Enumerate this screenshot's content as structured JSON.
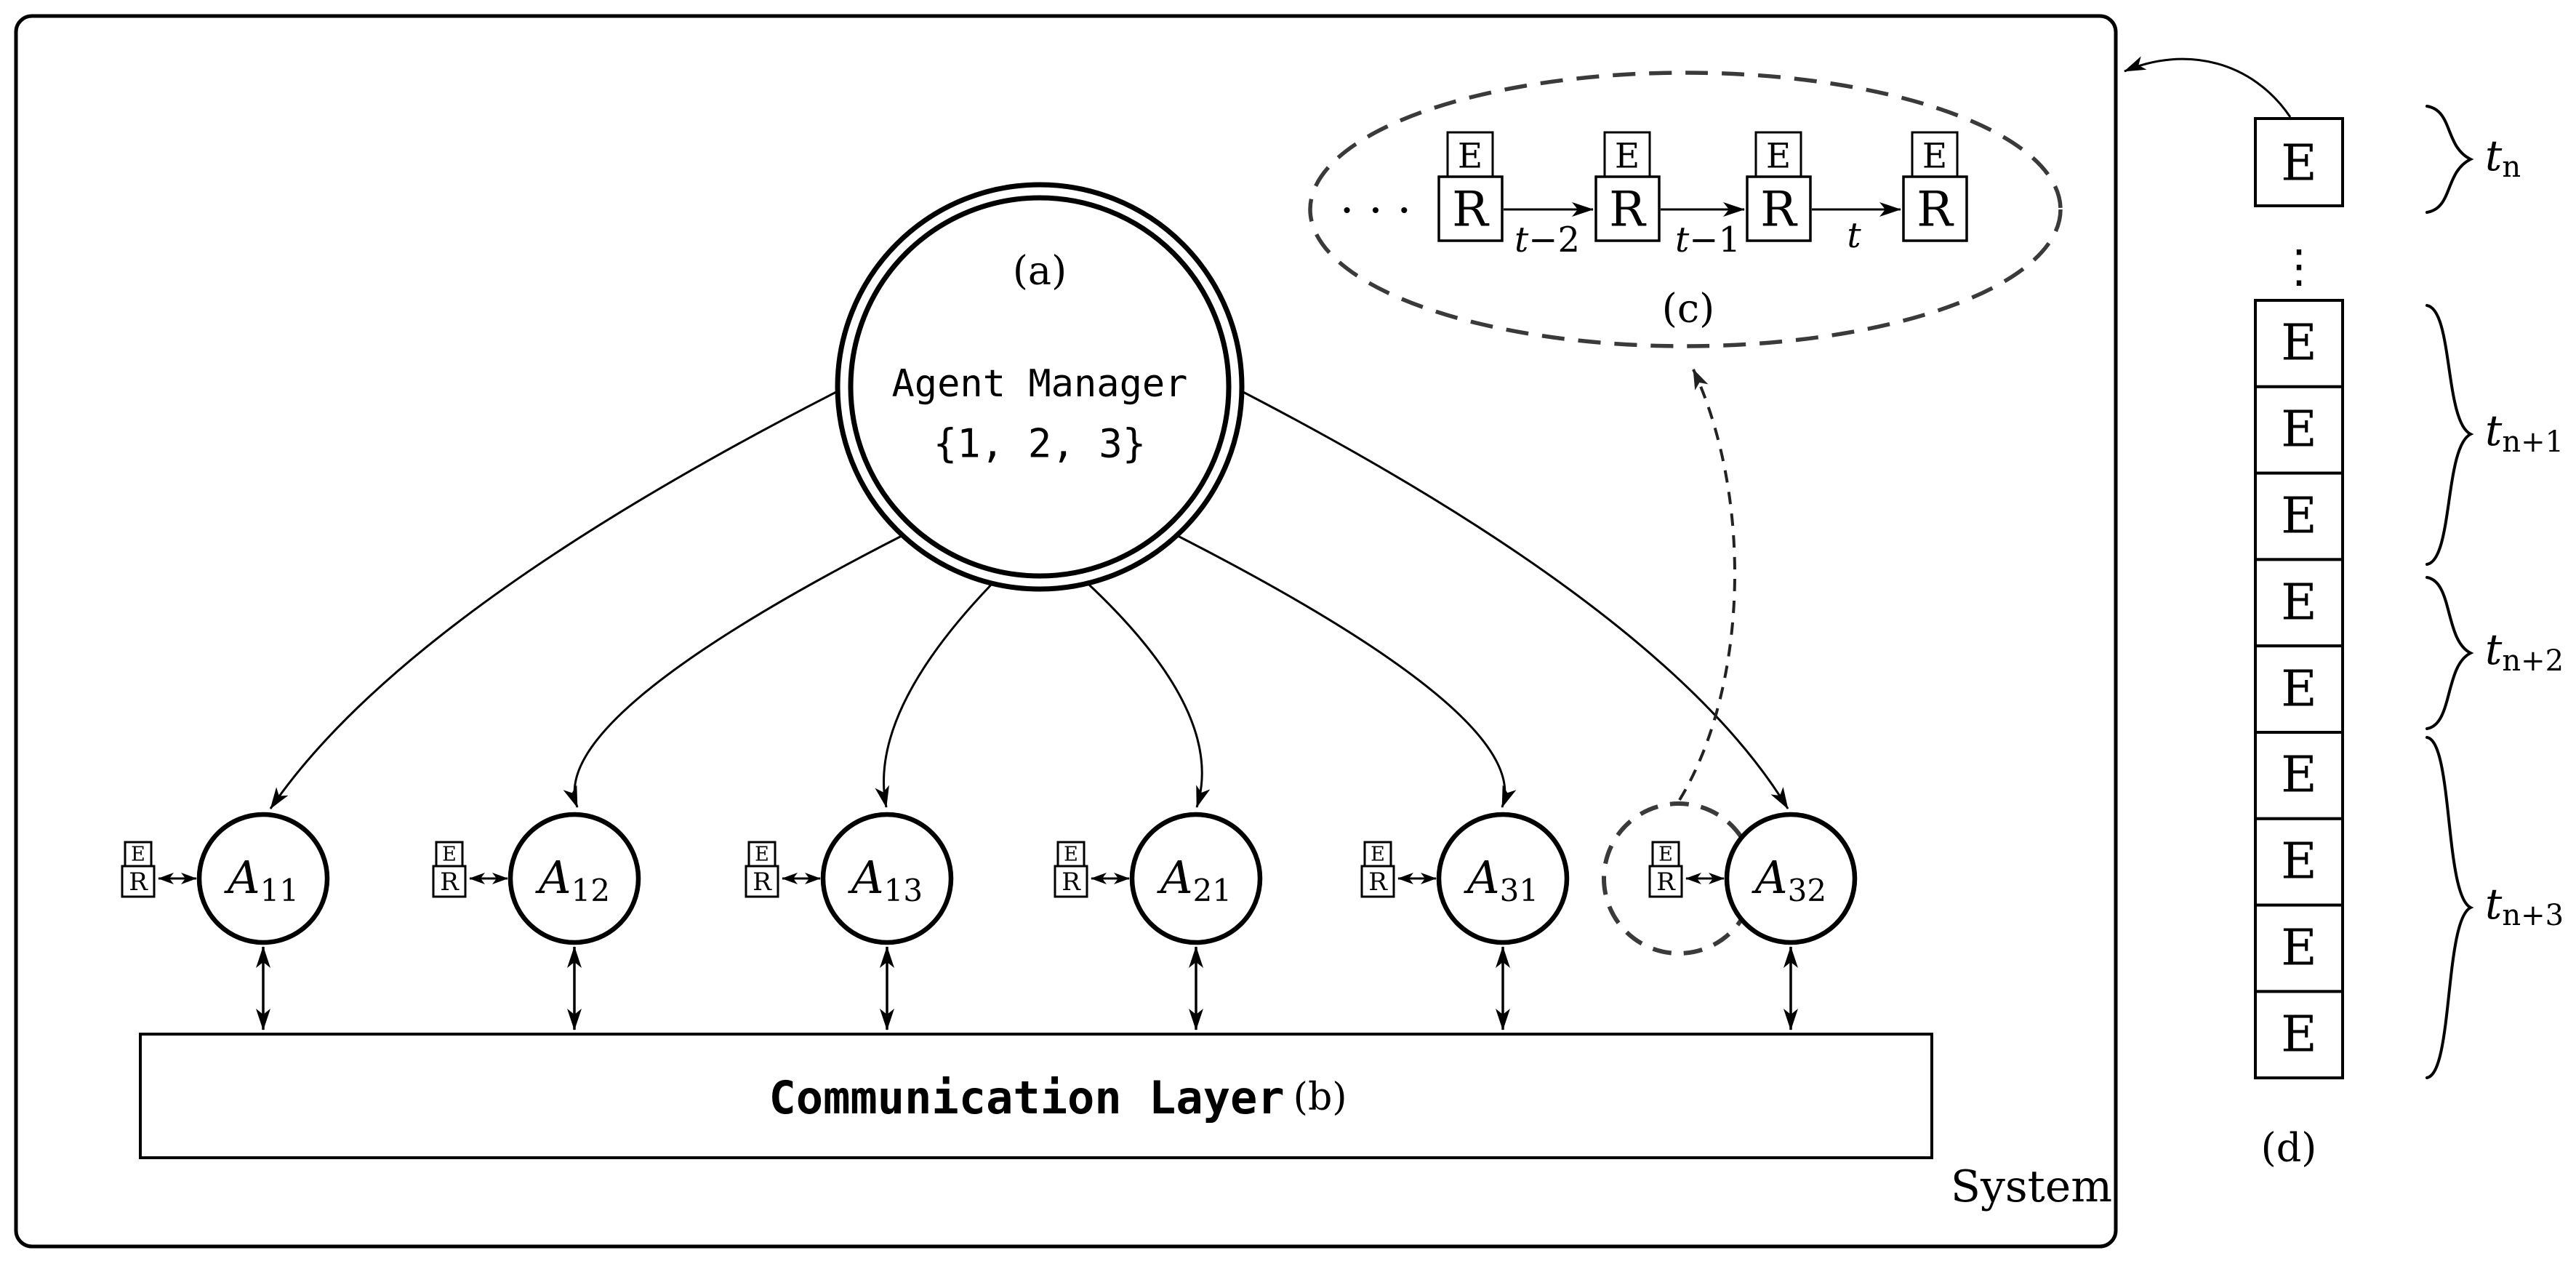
{
  "colors": {
    "ink": "#000000",
    "dash_gray": "#3a3a3a",
    "background": "#ffffff"
  },
  "system": {
    "label": "System"
  },
  "manager": {
    "tag": "(a)",
    "title": "Agent Manager",
    "set": "{1, 2, 3}"
  },
  "er": {
    "e": "E",
    "r": "R"
  },
  "agents": [
    {
      "base": "A",
      "sub": "11"
    },
    {
      "base": "A",
      "sub": "12"
    },
    {
      "base": "A",
      "sub": "13"
    },
    {
      "base": "A",
      "sub": "21"
    },
    {
      "base": "A",
      "sub": "31"
    },
    {
      "base": "A",
      "sub": "32"
    }
  ],
  "comm": {
    "label": "Communication Layer",
    "tag": "(b)"
  },
  "history": {
    "tag": "(c)",
    "dots": "· · ·",
    "stacks": [
      {
        "e": "E",
        "r": "R"
      },
      {
        "e": "E",
        "r": "R"
      },
      {
        "e": "E",
        "r": "R"
      },
      {
        "e": "E",
        "r": "R"
      }
    ],
    "arrows": [
      {
        "v": "t",
        "rest": "−2"
      },
      {
        "v": "t",
        "rest": "−1"
      },
      {
        "v": "t",
        "rest": ""
      }
    ]
  },
  "timeline": {
    "tag": "(d)",
    "top": "E",
    "vdots": "⋮",
    "cells": [
      "E",
      "E",
      "E",
      "E",
      "E",
      "E",
      "E",
      "E",
      "E"
    ],
    "braces": [
      {
        "v": "t",
        "sub": "n"
      },
      {
        "v": "t",
        "sub": "n+1"
      },
      {
        "v": "t",
        "sub": "n+2"
      },
      {
        "v": "t",
        "sub": "n+3"
      }
    ]
  }
}
